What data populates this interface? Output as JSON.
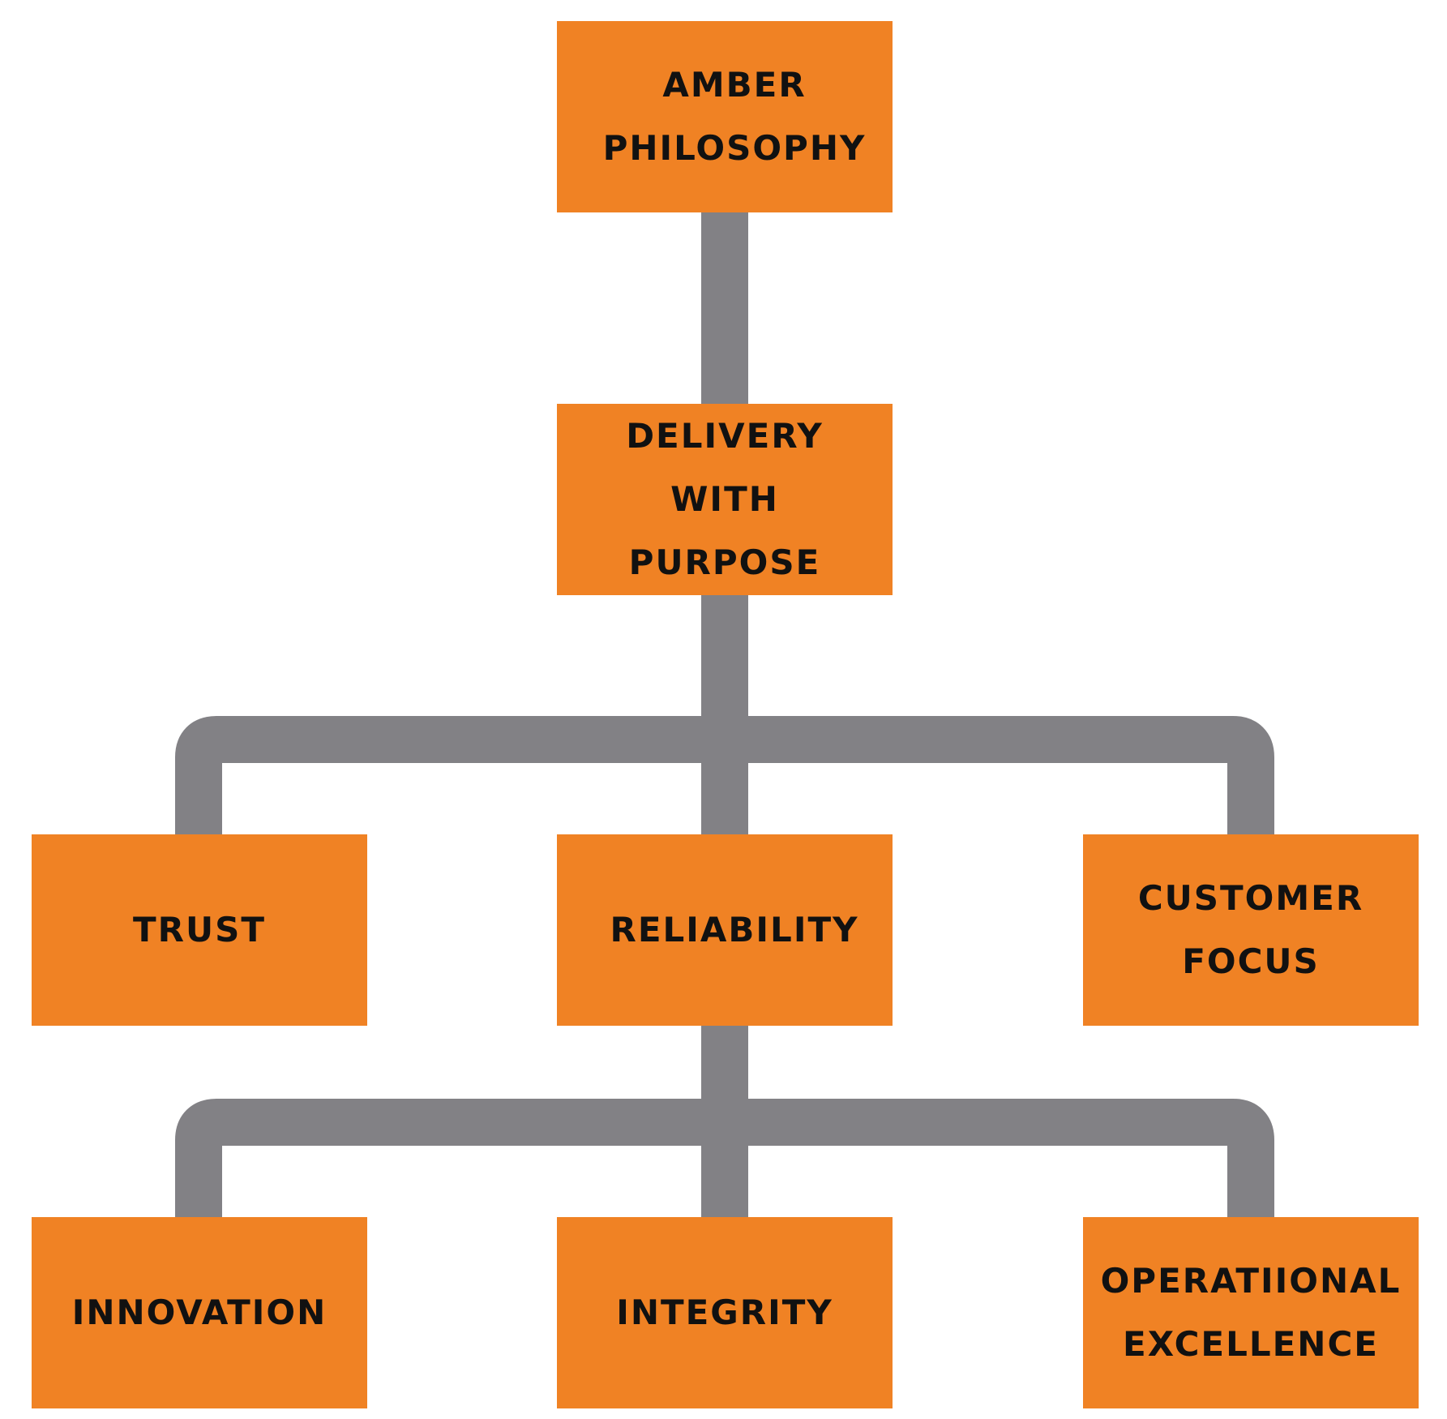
{
  "diagram": {
    "colors": {
      "box_fill": "#F08224",
      "box_text": "#111111",
      "connector": "#828185",
      "background": "#FFFFFF"
    },
    "nodes": {
      "root": {
        "lines": [
          "AMBER",
          "PHILOSOPHY"
        ]
      },
      "delivery": {
        "lines": [
          "DELIVERY",
          "WITH",
          "PURPOSE"
        ]
      },
      "trust": {
        "lines": [
          "TRUST"
        ]
      },
      "reliability": {
        "lines": [
          "RELIABILITY"
        ]
      },
      "customer_focus": {
        "lines": [
          "CUSTOMER",
          "FOCUS"
        ]
      },
      "innovation": {
        "lines": [
          "INNOVATION"
        ]
      },
      "integrity": {
        "lines": [
          "INTEGRITY"
        ]
      },
      "operational_excellence": {
        "lines": [
          "OPERATIIONAL",
          "EXCELLENCE"
        ]
      }
    },
    "edges": [
      {
        "from": "root",
        "to": "delivery"
      },
      {
        "from": "delivery",
        "to": "trust"
      },
      {
        "from": "delivery",
        "to": "reliability"
      },
      {
        "from": "delivery",
        "to": "customer_focus"
      },
      {
        "from": "reliability",
        "to": "innovation"
      },
      {
        "from": "reliability",
        "to": "integrity"
      },
      {
        "from": "reliability",
        "to": "operational_excellence"
      }
    ]
  }
}
